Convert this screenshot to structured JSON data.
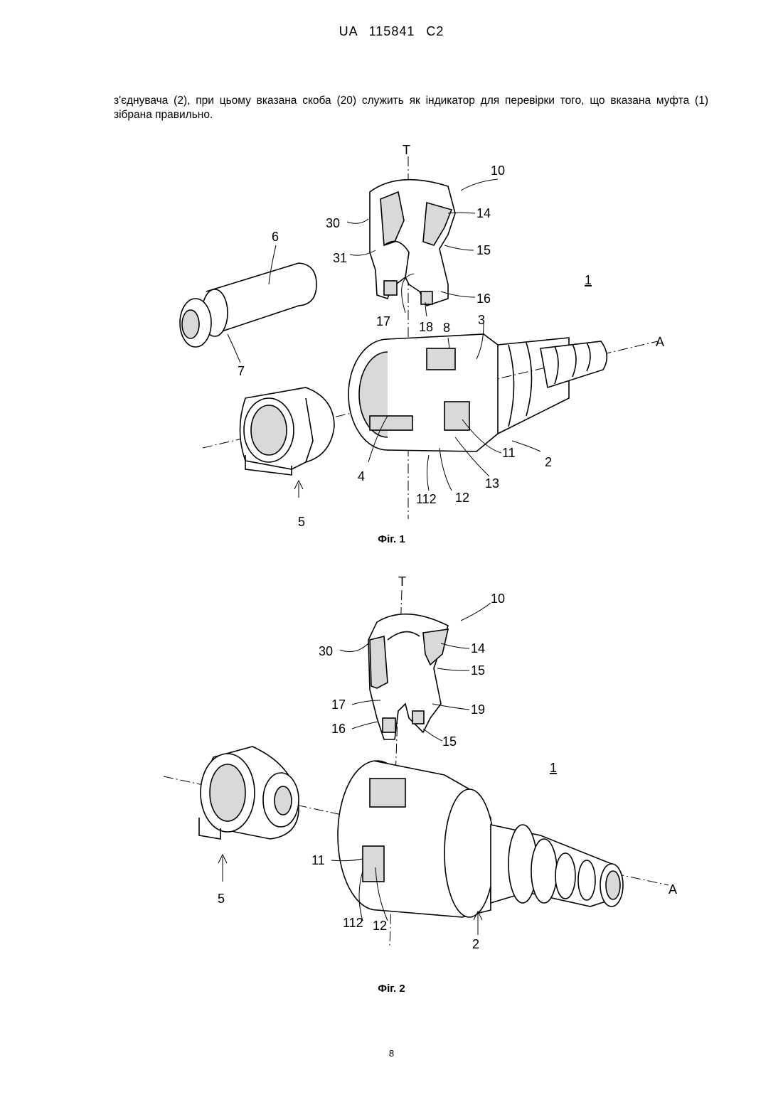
{
  "header": "UA 115841 C2",
  "paragraph": "з'єднувача (2), при цьому вказана скоба (20) служить як індикатор для перевірки того, що вказана муфта (1) зібрана правильно.",
  "figure1": {
    "caption": "Фіг. 1",
    "labels": {
      "T": "T",
      "A": "A",
      "n10": "10",
      "n30": "30",
      "n14": "14",
      "n6": "6",
      "n31": "31",
      "n15": "15",
      "n1": "1",
      "n16": "16",
      "n17": "17",
      "n18": "18",
      "n8": "8",
      "n3": "3",
      "n7": "7",
      "n11": "11",
      "n2": "2",
      "n4": "4",
      "n13": "13",
      "n112": "112",
      "n12": "12",
      "n5": "5"
    }
  },
  "figure2": {
    "caption": "Фіг. 2",
    "labels": {
      "T": "T",
      "n10": "10",
      "n30": "30",
      "n14": "14",
      "n15a": "15",
      "n17": "17",
      "n19": "19",
      "n16": "16",
      "n15b": "15",
      "n1": "1",
      "n11": "11",
      "A": "A",
      "n5": "5",
      "n112": "112",
      "n12": "12",
      "n2": "2"
    }
  },
  "page_number": "8"
}
